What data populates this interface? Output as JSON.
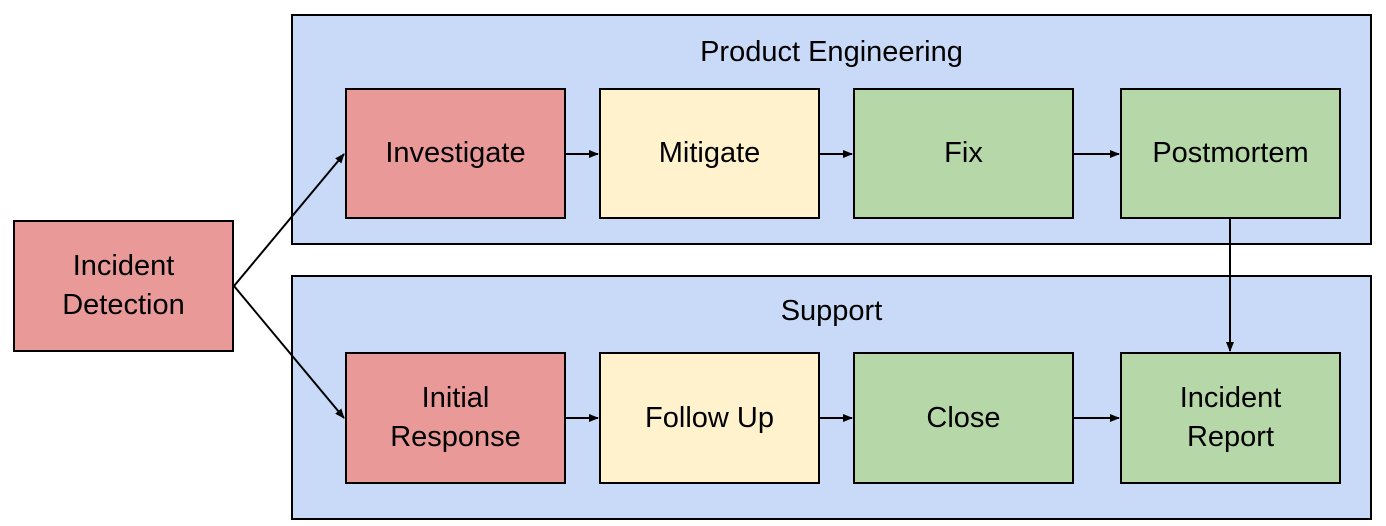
{
  "colors": {
    "lane_fill": "#c9daf8",
    "red": "#ea9999",
    "yellow": "#fff2cc",
    "green": "#b6d7a8",
    "stroke": "#000000"
  },
  "lanes": {
    "product_engineering": {
      "title": "Product Engineering"
    },
    "support": {
      "title": "Support"
    }
  },
  "nodes": {
    "incident_detection": "Incident\nDetection",
    "investigate": "Investigate",
    "mitigate": "Mitigate",
    "fix": "Fix",
    "postmortem": "Postmortem",
    "initial_response": "Initial\nResponse",
    "follow_up": "Follow Up",
    "close": "Close",
    "incident_report": "Incident\nReport"
  },
  "edges": [
    {
      "from": "incident_detection",
      "to": "investigate"
    },
    {
      "from": "incident_detection",
      "to": "initial_response"
    },
    {
      "from": "investigate",
      "to": "mitigate"
    },
    {
      "from": "mitigate",
      "to": "fix"
    },
    {
      "from": "fix",
      "to": "postmortem"
    },
    {
      "from": "postmortem",
      "to": "incident_report"
    },
    {
      "from": "initial_response",
      "to": "follow_up"
    },
    {
      "from": "follow_up",
      "to": "close"
    },
    {
      "from": "close",
      "to": "incident_report"
    }
  ]
}
